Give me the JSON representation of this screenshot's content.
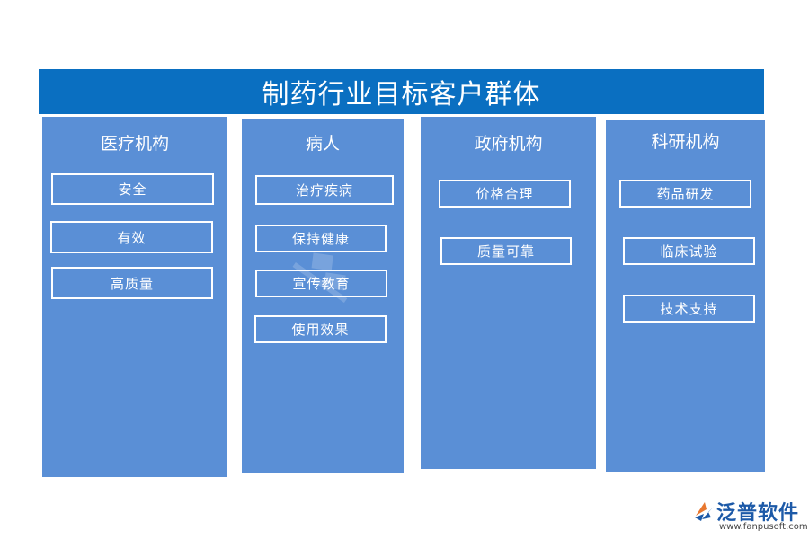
{
  "title": "制药行业目标客户群体",
  "columns": [
    {
      "heading": "医疗机构",
      "items": [
        "安全",
        "有效",
        "高质量"
      ]
    },
    {
      "heading": "病人",
      "items": [
        "治疗疾病",
        "保持健康",
        "宣传教育",
        "使用效果"
      ]
    },
    {
      "heading": "政府机构",
      "items": [
        "价格合理",
        "质量可靠"
      ]
    },
    {
      "heading": "科研机构",
      "items": [
        "药品研发",
        "临床试验",
        "技术支持"
      ]
    }
  ],
  "logo": {
    "text": "泛普软件",
    "url": "www.fanpusoft.com"
  },
  "colors": {
    "title_bar": "#0a6fc1",
    "column": "#5a8fd6",
    "text": "#ffffff"
  }
}
